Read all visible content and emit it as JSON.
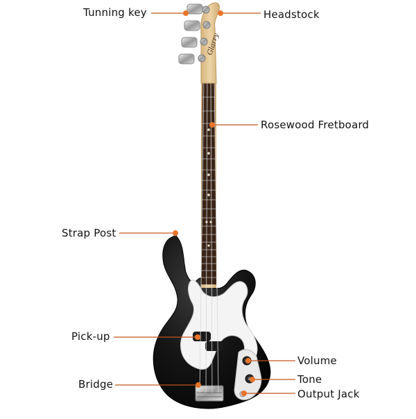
{
  "labels": {
    "tuning_key": "Tunning key",
    "headstock": "Headstock",
    "fretboard": "Rosewood Fretboard",
    "strap_post": "Strap Post",
    "pickup": "Pick-up",
    "volume": "Volume",
    "bridge": "Bridge",
    "tone": "Tone",
    "output_jack": "Output Jack"
  },
  "headstock_logo": "Glarry",
  "colors": {
    "body": "#111111",
    "pickguard": "#f2f2f2",
    "neck": "#e2c79a",
    "fretboard": "#3a2418",
    "callout_line": "#c0561e",
    "callout_dot": "#e8742a"
  }
}
